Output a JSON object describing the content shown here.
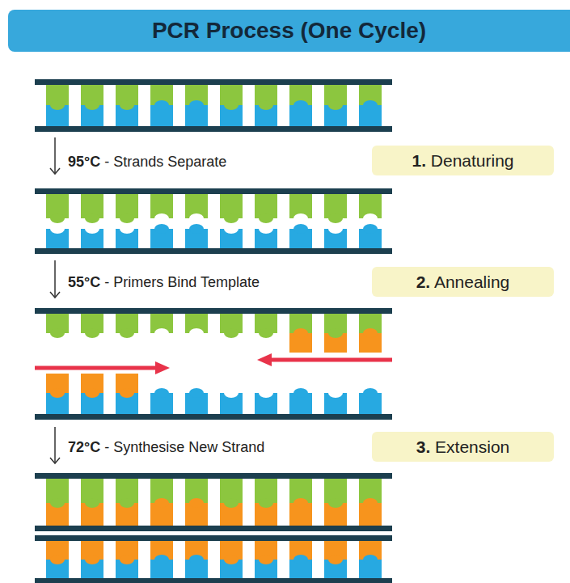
{
  "diagram": {
    "title": "PCR Process (One Cycle)",
    "nodes": [
      {
        "text": [
          "1. Denaturing"
        ]
      },
      {
        "text": [
          "2. Annealing"
        ]
      },
      {
        "text": [
          "3. Extension"
        ]
      }
    ],
    "labels": [
      "95°C - Strands Separate",
      "55°C - Primers Bind Template",
      "72°C - Synthesise New Strand"
    ]
  }
}
